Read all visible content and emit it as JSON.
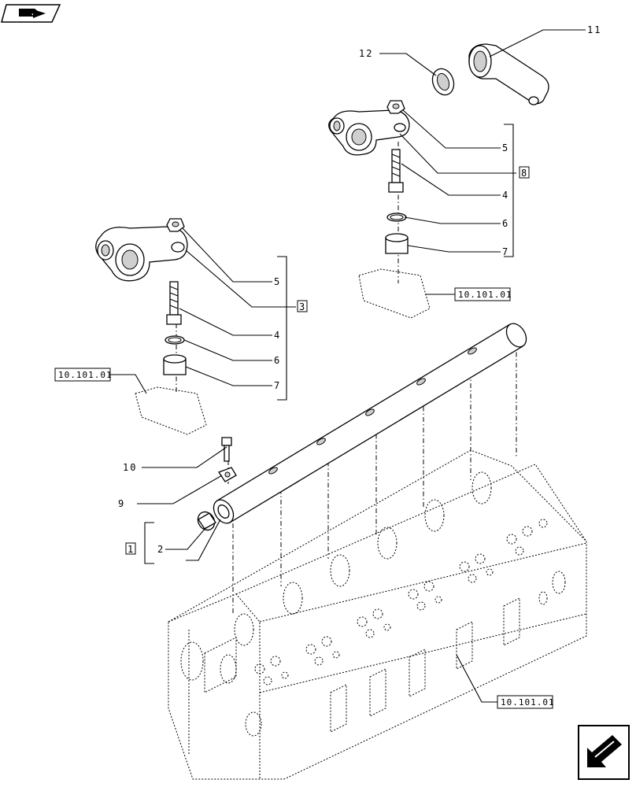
{
  "icons": {
    "top_left": "book-arrow-icon",
    "bottom_right": "next-page-arrow-icon"
  },
  "callouts": {
    "c11": "11",
    "c12": "12",
    "c5a": "5",
    "c4a": "4",
    "c6a": "6",
    "c7a": "7",
    "c5b": "5",
    "c4b": "4",
    "c6b": "6",
    "c7b": "7",
    "c10": "10",
    "c9": "9",
    "c2": "2"
  },
  "boxes": {
    "b8": "8",
    "b3": "3",
    "b1": "1"
  },
  "refs": {
    "ref_upper": "10.101.01",
    "ref_left": "10.101.01",
    "ref_bottom": "10.101.01"
  }
}
